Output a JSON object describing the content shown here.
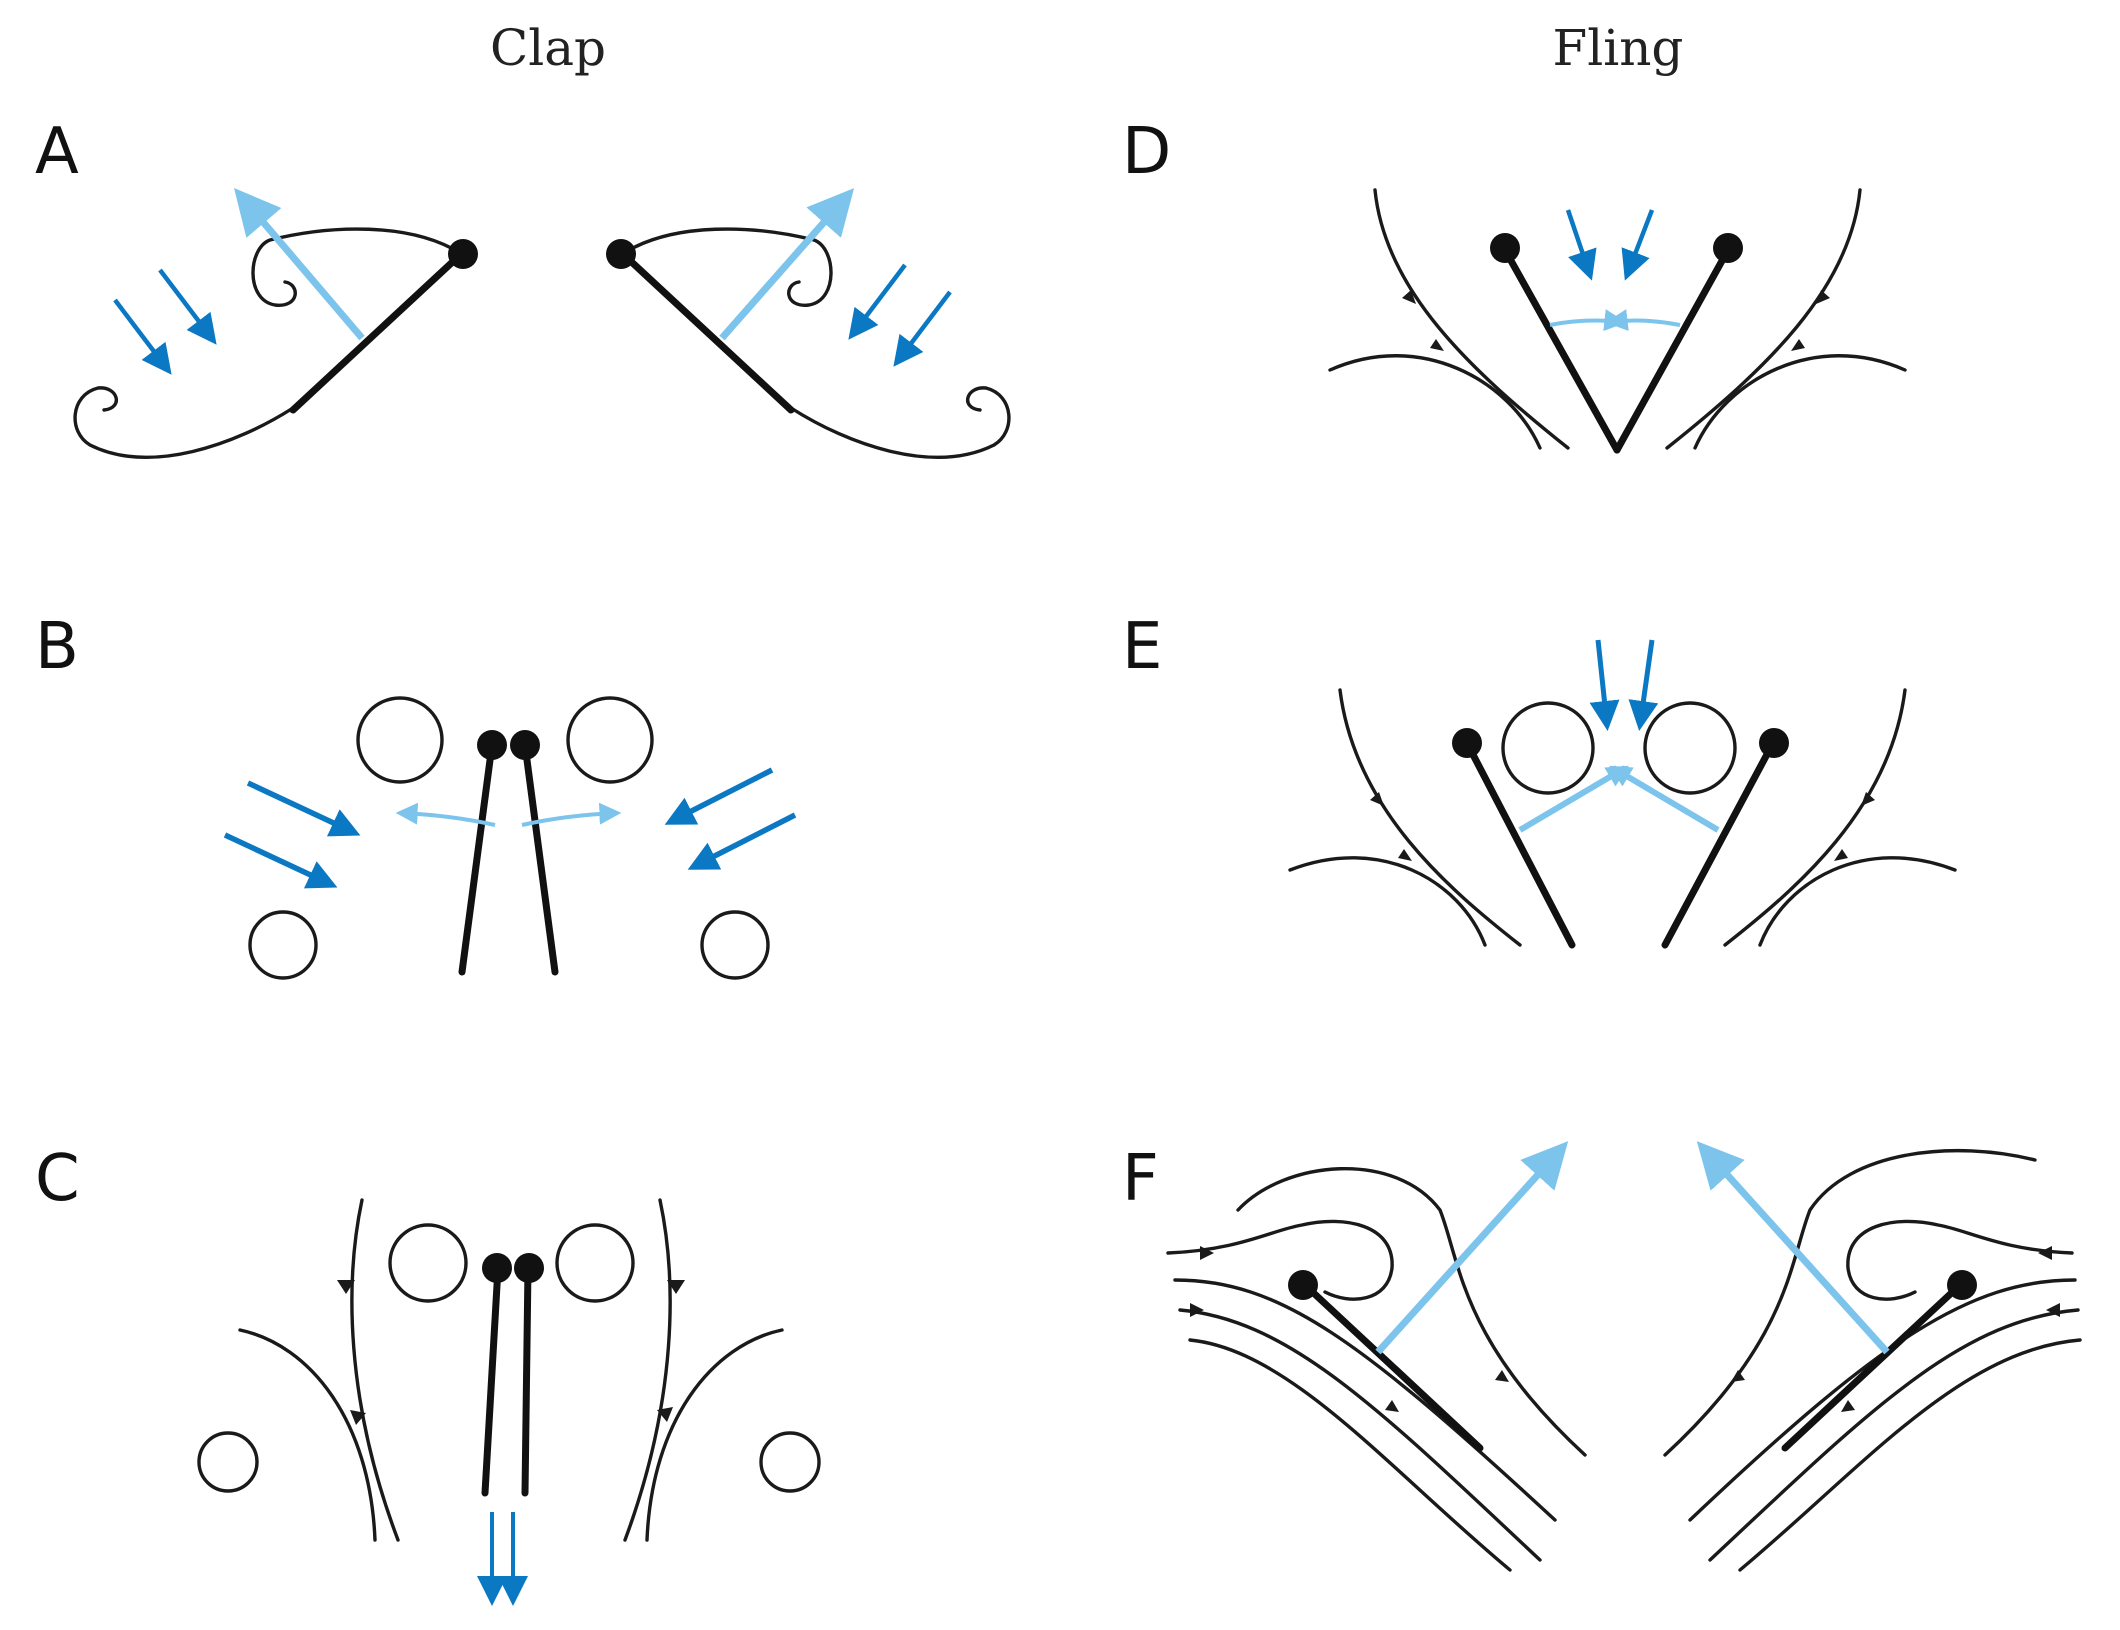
{
  "figure": {
    "column_titles": {
      "left": "Clap",
      "right": "Fling"
    },
    "panel_labels": {
      "a": "A",
      "b": "B",
      "c": "C",
      "d": "D",
      "e": "E",
      "f": "F"
    },
    "colors": {
      "wing": "#111111",
      "streamline": "#1a1a1a",
      "induced_flow_arrow": "#0a78c2",
      "force_arrow": "#7cc4ec"
    }
  }
}
